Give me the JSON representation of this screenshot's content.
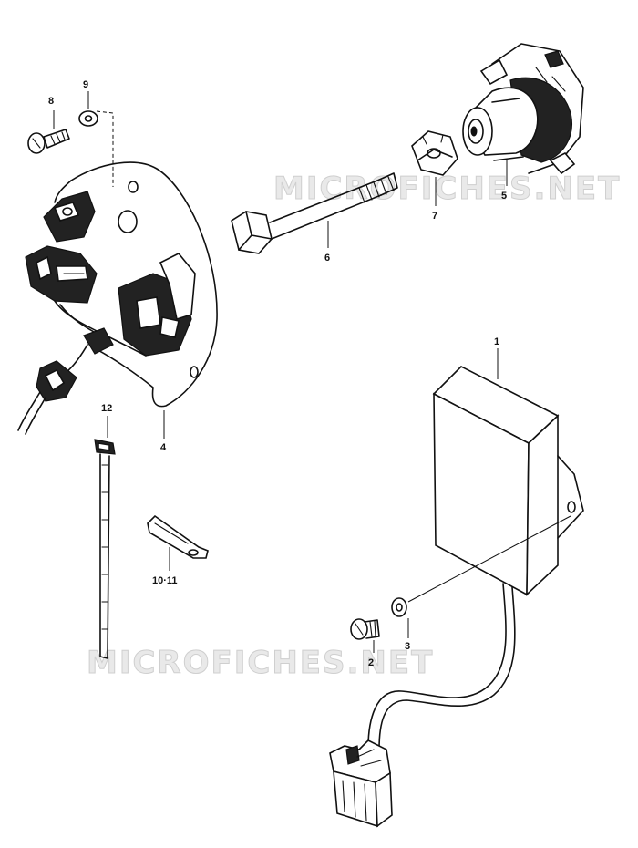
{
  "watermarks": [
    "MICROFICHES.NET",
    "MICROFICHES.NET"
  ],
  "parts": [
    {
      "number": "1",
      "name": "ignitor unit"
    },
    {
      "number": "2",
      "name": "screw"
    },
    {
      "number": "3",
      "name": "washer"
    },
    {
      "number": "4",
      "name": "pickup coil plate"
    },
    {
      "number": "5",
      "name": "signal generator rotor"
    },
    {
      "number": "6",
      "name": "bolt"
    },
    {
      "number": "7",
      "name": "nut"
    },
    {
      "number": "8",
      "name": "screw"
    },
    {
      "number": "9",
      "name": "washer"
    },
    {
      "number": "10-11",
      "name": "clamp"
    },
    {
      "number": "12",
      "name": "cable tie"
    }
  ],
  "labels": {
    "p1": "1",
    "p2": "2",
    "p3": "3",
    "p4": "4",
    "p5": "5",
    "p6": "6",
    "p7": "7",
    "p8": "8",
    "p9": "9",
    "p10_11": "10·11",
    "p12": "12"
  }
}
